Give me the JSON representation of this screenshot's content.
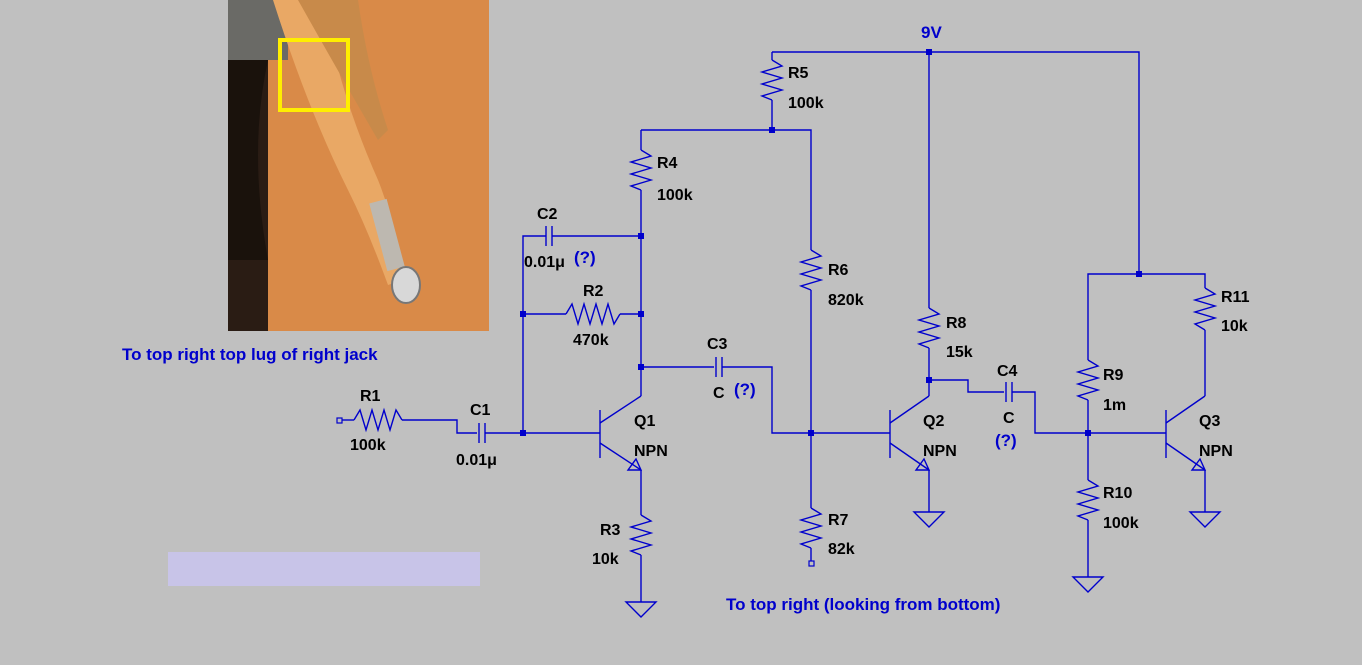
{
  "supply": {
    "label": "9V"
  },
  "notes": {
    "input_note": "To top right top lug of right jack",
    "bottom_note": "To top right (looking from bottom)"
  },
  "components": {
    "R1": {
      "name": "R1",
      "value": "100k"
    },
    "R2": {
      "name": "R2",
      "value": "470k"
    },
    "R3": {
      "name": "R3",
      "value": "10k"
    },
    "R4": {
      "name": "R4",
      "value": "100k"
    },
    "R5": {
      "name": "R5",
      "value": "100k"
    },
    "R6": {
      "name": "R6",
      "value": "820k"
    },
    "R7": {
      "name": "R7",
      "value": "82k"
    },
    "R8": {
      "name": "R8",
      "value": "15k"
    },
    "R9": {
      "name": "R9",
      "value": "1m"
    },
    "R10": {
      "name": "R10",
      "value": "100k"
    },
    "R11": {
      "name": "R11",
      "value": "10k"
    },
    "C1": {
      "name": "C1",
      "value": "0.01μ"
    },
    "C2": {
      "name": "C2",
      "value": "0.01μ",
      "uncertain": "(?)"
    },
    "C3": {
      "name": "C3",
      "value": "C",
      "uncertain": "(?)"
    },
    "C4": {
      "name": "C4",
      "value": "C",
      "uncertain": "(?)"
    },
    "Q1": {
      "name": "Q1",
      "type": "NPN"
    },
    "Q2": {
      "name": "Q2",
      "type": "NPN"
    },
    "Q3": {
      "name": "Q3",
      "type": "NPN"
    }
  },
  "colors": {
    "background": "#c0c0c0",
    "wire": "#0000cc",
    "highlight_box": "#ffee00",
    "selection_bar": "#c8c4e8"
  },
  "photo": {
    "description_icon": "capacitor-photo"
  }
}
